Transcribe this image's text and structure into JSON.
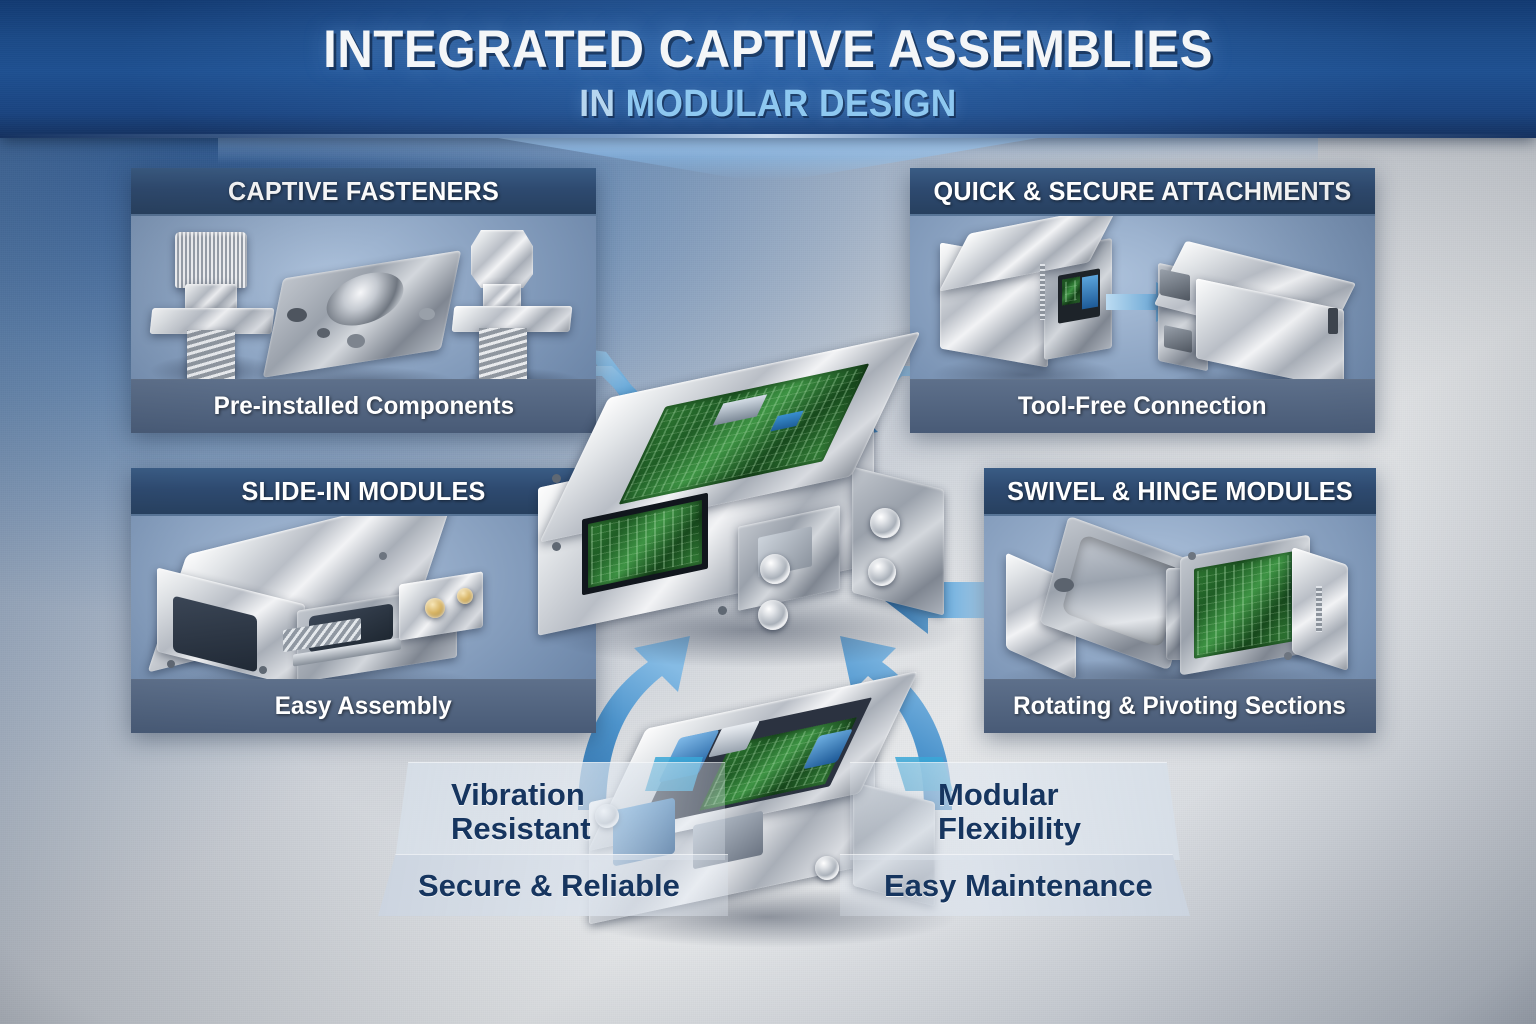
{
  "header": {
    "title": "INTEGRATED CAPTIVE ASSEMBLIES",
    "subtitle_prefix": "IN ",
    "subtitle_accent": "MODULAR DESIGN"
  },
  "colors": {
    "header_blue": "#1e5091",
    "card_header_navy": "#2e4a70",
    "card_footer_slate": "#4a5d78",
    "arrow_blue_light": "#7fb6e0",
    "arrow_blue_dark": "#2f6fa8",
    "ribbon_text_navy": "#16355f",
    "accent_cyan": "#3aa8d8",
    "pcb_green": "#2f7a33",
    "metal_silver": "#d8dbe0"
  },
  "cards": [
    {
      "id": "captive-fasteners",
      "title": "CAPTIVE FASTENERS",
      "caption": "Pre-installed Components",
      "image_alt": "three stainless captive screw fasteners with knurled head, a square mounting plate and a hex-head screw"
    },
    {
      "id": "quick-secure-attachments",
      "title": "QUICK & SECURE ATTACHMENTS",
      "caption": "Tool-Free Connection",
      "image_alt": "two aluminium enclosure modules joining together with a blue arrow between them"
    },
    {
      "id": "slide-in-modules",
      "title": "SLIDE-IN MODULES",
      "caption": "Easy Assembly",
      "image_alt": "a silver slide-in drawer module with rails and dark front connectors"
    },
    {
      "id": "swivel-hinge-modules",
      "title": "SWIVEL & HINGE MODULES",
      "caption": "Rotating & Pivoting Sections",
      "image_alt": "an aluminium housing opened on a hinge exposing a green circuit board"
    }
  ],
  "ribbons": [
    {
      "id": "vibration-resistant",
      "text": "Vibration\nResistant"
    },
    {
      "id": "modular-flexibility",
      "text": "Modular\nFlexibility"
    },
    {
      "id": "secure-reliable",
      "text": "Secure & Reliable"
    },
    {
      "id": "easy-maintenance",
      "text": "Easy Maintenance"
    }
  ],
  "center": {
    "image_alt": "central modular aluminium chassis with green circuit boards and captive thumb screws"
  },
  "bottom_unit": {
    "image_alt": "open modular enclosure showing blue connectors and a green circuit board"
  }
}
